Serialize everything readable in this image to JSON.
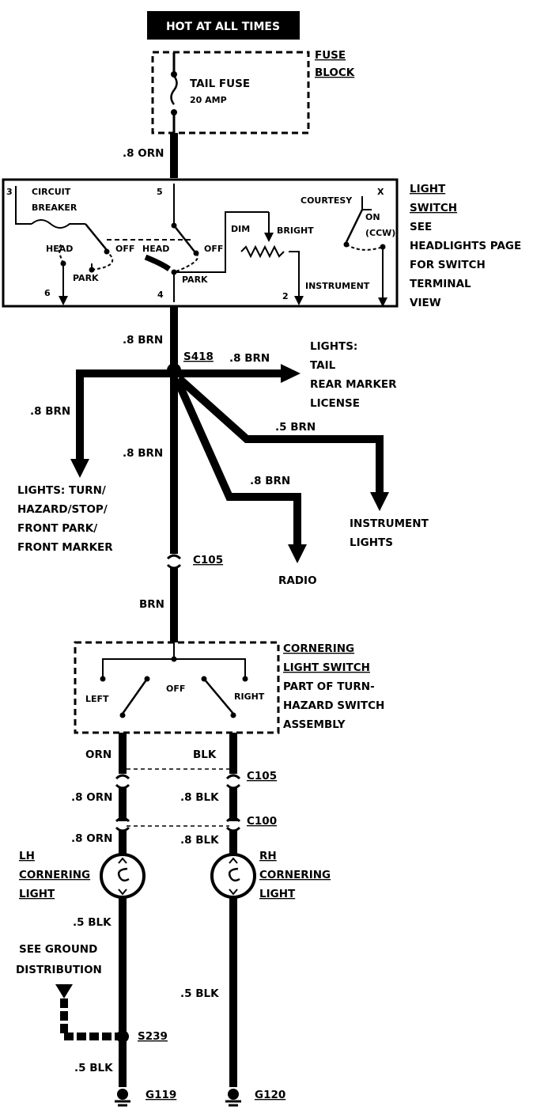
{
  "header": {
    "text": "HOT AT ALL TIMES"
  },
  "fuse_block": {
    "name_line1": "FUSE",
    "name_line2": "BLOCK",
    "fuse_name": "TAIL FUSE",
    "fuse_rating": "20 AMP"
  },
  "wires": {
    "fuse_to_switch": ".8 ORN",
    "switch_out": ".8 BRN",
    "to_tail": ".8 BRN",
    "to_front": ".8 BRN",
    "trunk": ".8 BRN",
    "to_instrument": ".5 BRN",
    "to_radio": ".8 BRN",
    "below_c105": "BRN",
    "left_top": "ORN",
    "right_top": "BLK",
    "left_mid": ".8 ORN",
    "right_mid": ".8 BLK",
    "left_low": ".8 ORN",
    "right_low": ".8 BLK",
    "left_ground": ".5 BLK",
    "right_ground": ".5 BLK",
    "left_bottom": ".5 BLK"
  },
  "light_switch": {
    "title": [
      "LIGHT",
      "SWITCH"
    ],
    "note": [
      "SEE",
      "HEADLIGHTS PAGE",
      "FOR SWITCH",
      "TERMINAL",
      "VIEW"
    ],
    "circuit_breaker": [
      "CIRCUIT",
      "BREAKER"
    ],
    "head_left": "HEAD",
    "park_left": "PARK",
    "off_left": "OFF",
    "head_mid": "HEAD",
    "off_mid": "OFF",
    "park_mid": "PARK",
    "dim": "DIM",
    "bright": "BRIGHT",
    "courtesy": "COURTESY",
    "x": "X",
    "on": "ON",
    "ccw": "(CCW)",
    "instrument": "INSTRUMENT",
    "t3": "3",
    "t5": "5",
    "t6": "6",
    "t4": "4",
    "t2": "2"
  },
  "splices": {
    "s418": "S418",
    "s239": "S239"
  },
  "connectors": {
    "c105_upper": "C105",
    "c105_lower": "C105",
    "c100": "C100"
  },
  "loads": {
    "tail": [
      "LIGHTS:",
      "TAIL",
      "REAR MARKER",
      "LICENSE"
    ],
    "front": [
      "LIGHTS: TURN/",
      "HAZARD/STOP/",
      "FRONT PARK/",
      "FRONT MARKER"
    ],
    "instrument": [
      "INSTRUMENT",
      "LIGHTS"
    ],
    "radio": "RADIO"
  },
  "cornering_switch": {
    "title": [
      "CORNERING",
      "LIGHT SWITCH"
    ],
    "note": [
      "PART OF TURN-",
      "HAZARD SWITCH",
      "ASSEMBLY"
    ],
    "left": "LEFT",
    "off": "OFF",
    "right": "RIGHT"
  },
  "lamps": {
    "lh": [
      "LH",
      "CORNERING",
      "LIGHT"
    ],
    "rh": [
      "RH",
      "CORNERING",
      "LIGHT"
    ]
  },
  "ground": {
    "see": "SEE GROUND",
    "dist": "DISTRIBUTION"
  },
  "grounds": {
    "g119": "G119",
    "g120": "G120"
  }
}
